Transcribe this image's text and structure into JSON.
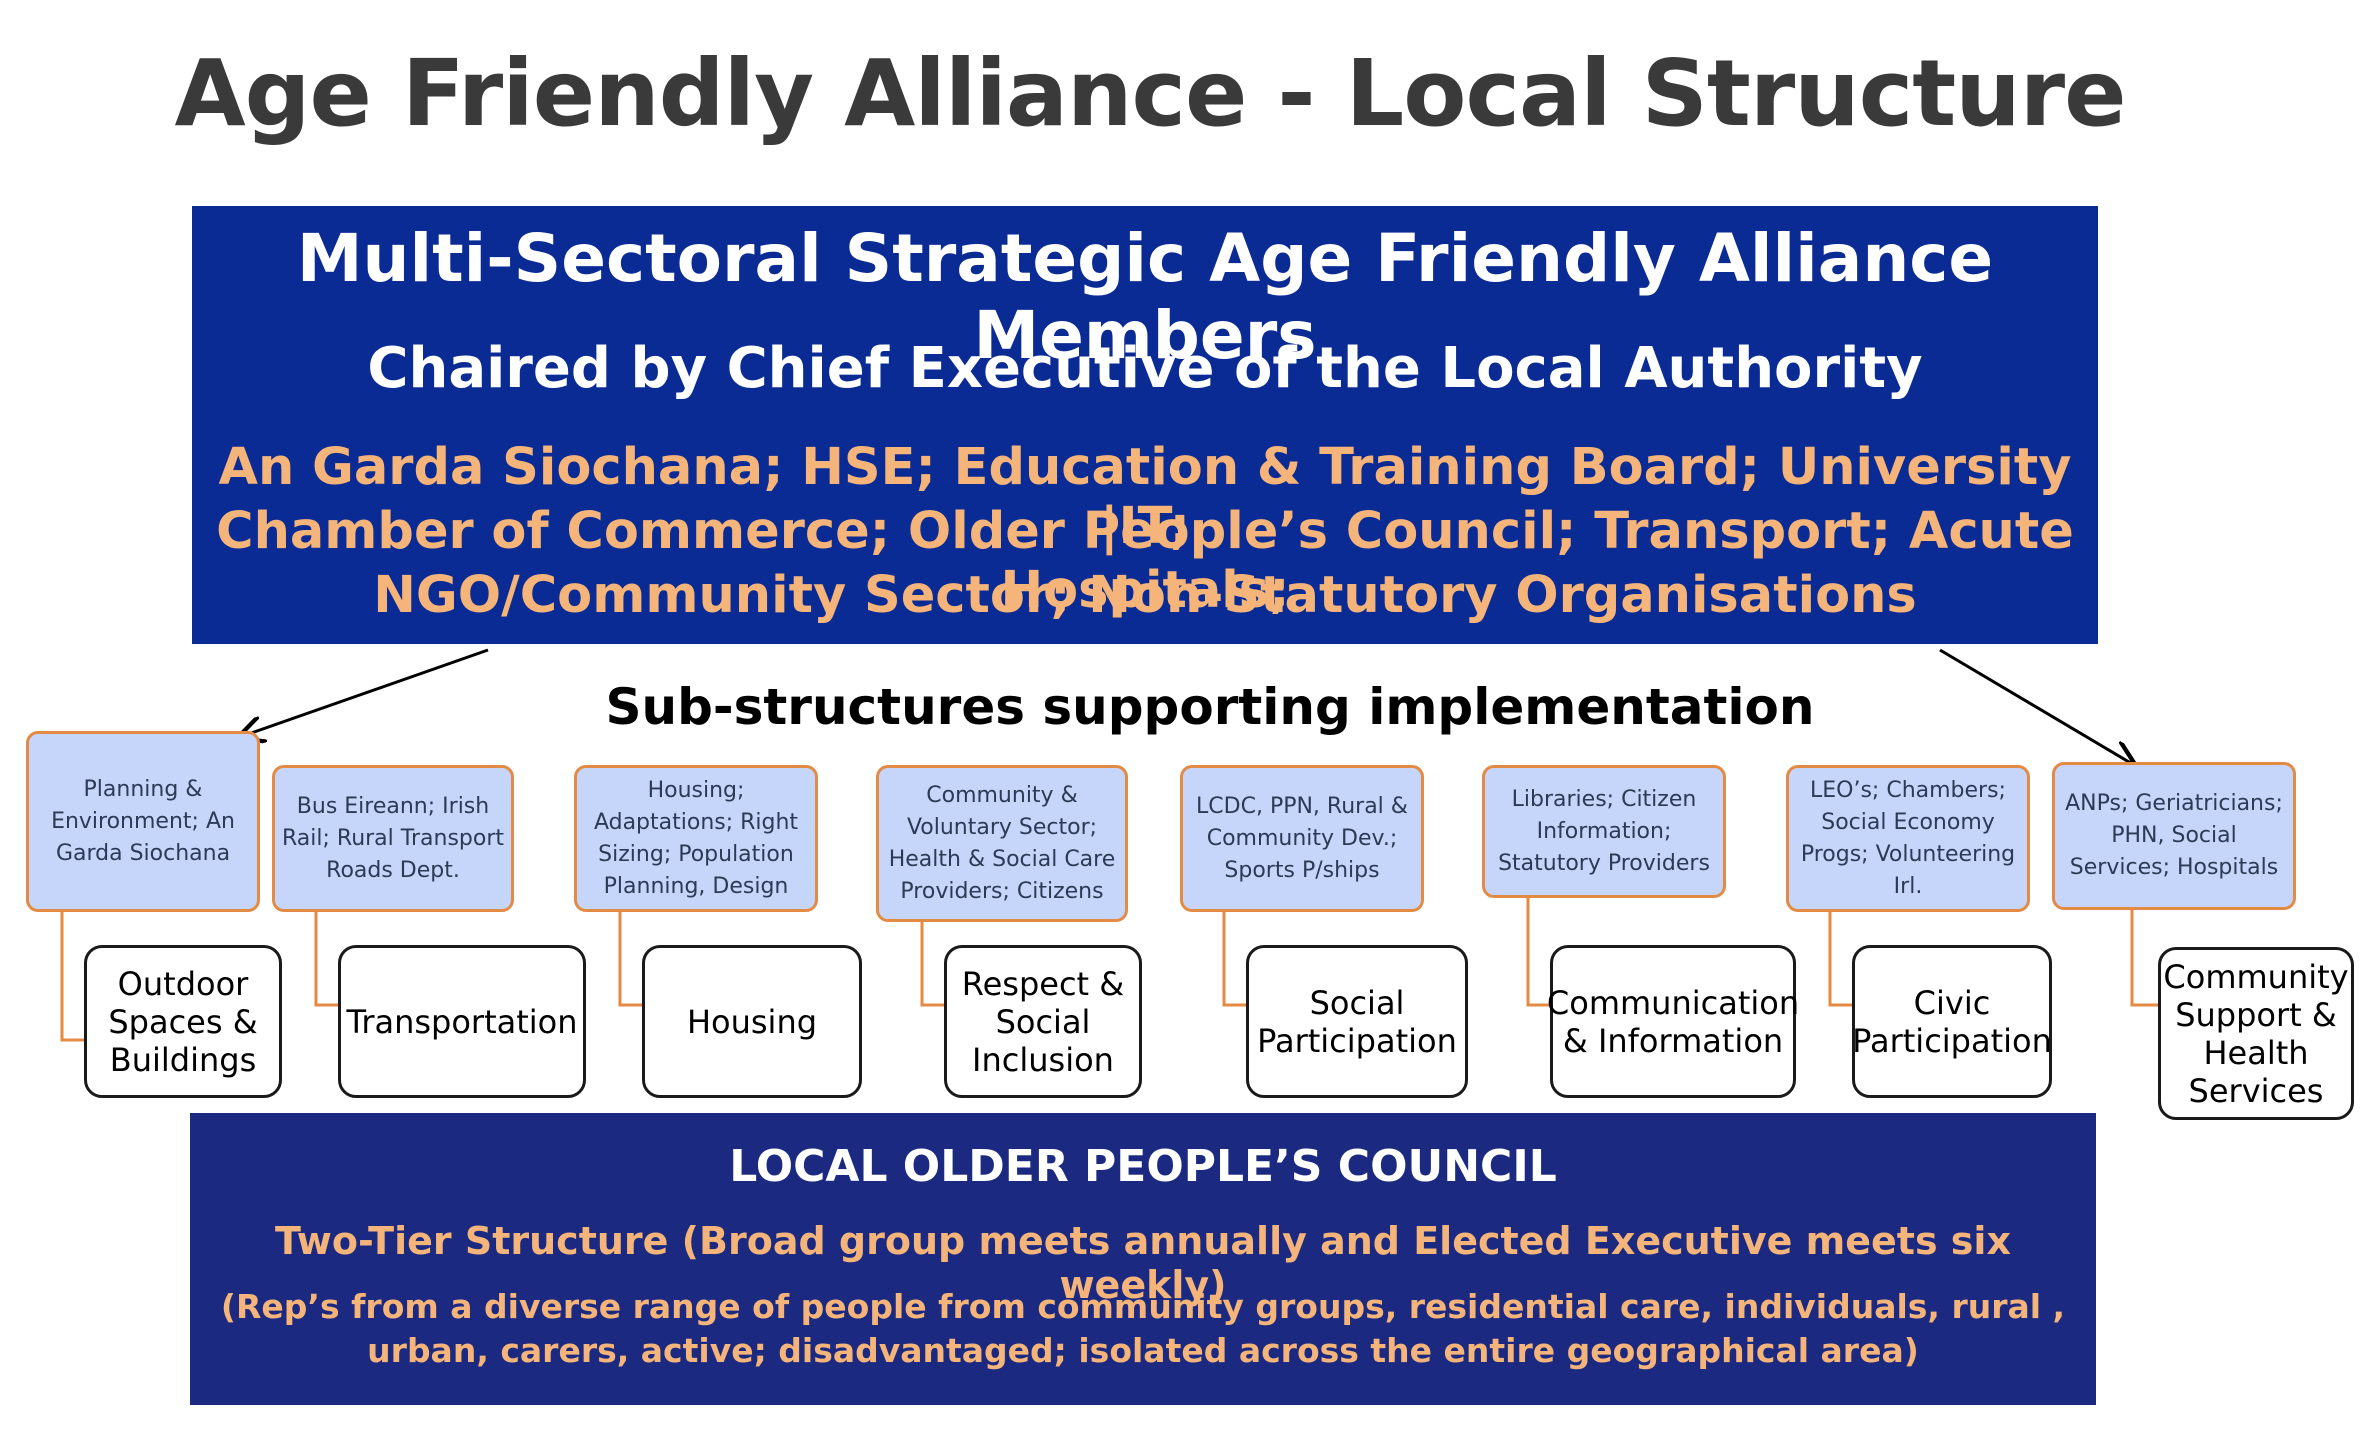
{
  "title": "Age Friendly Alliance - Local Structure",
  "alliance": {
    "heading": "Multi-Sectoral Strategic Age Friendly Alliance Members",
    "chair": "Chaired by Chief Executive of the Local Authority",
    "members_line1": "An Garda Siochana;  HSE; Education & Training Board; University |IT;",
    "members_line2": "Chamber of Commerce; Older People’s Council; Transport; Acute Hospitals;",
    "members_line3": "NGO/Community Sector; Non-Statutory Organisations"
  },
  "substructures_title": "Sub-structures supporting implementation",
  "sectors": [
    "Planning & Environment; An Garda Siochana",
    "Bus Eireann; Irish Rail; Rural Transport Roads Dept.",
    "Housing; Adaptations; Right Sizing; Population Planning, Design",
    "Community & Voluntary Sector; Health & Social Care Providers; Citizens",
    "LCDC, PPN, Rural & Community Dev.; Sports P/ships",
    "Libraries; Citizen Information; Statutory Providers",
    "LEO’s; Chambers; Social Economy Progs; Volunteering Irl.",
    "ANPs; Geriatricians; PHN, Social Services; Hospitals"
  ],
  "domains": [
    "Outdoor Spaces & Buildings",
    "Transportation",
    "Housing",
    "Respect & Social Inclusion",
    "Social Participation",
    "Communication & Information",
    "Civic Participation",
    "Community Support & Health Services"
  ],
  "council": {
    "heading": "LOCAL OLDER PEOPLE’S COUNCIL",
    "structure": "Two-Tier Structure (Broad group meets annually and Elected Executive meets six weekly)",
    "note": "(Rep’s from a diverse range of people from community groups, residential care, individuals,  rural , urban, carers, active; disadvantaged; isolated across the entire geographical area)"
  },
  "colors": {
    "alliance_bg": "#0a2a94",
    "council_bg": "#1b2a80",
    "accent_orange": "#f5b47a",
    "sector_fill": "#c6d6fb",
    "sector_border": "#e38a45"
  }
}
